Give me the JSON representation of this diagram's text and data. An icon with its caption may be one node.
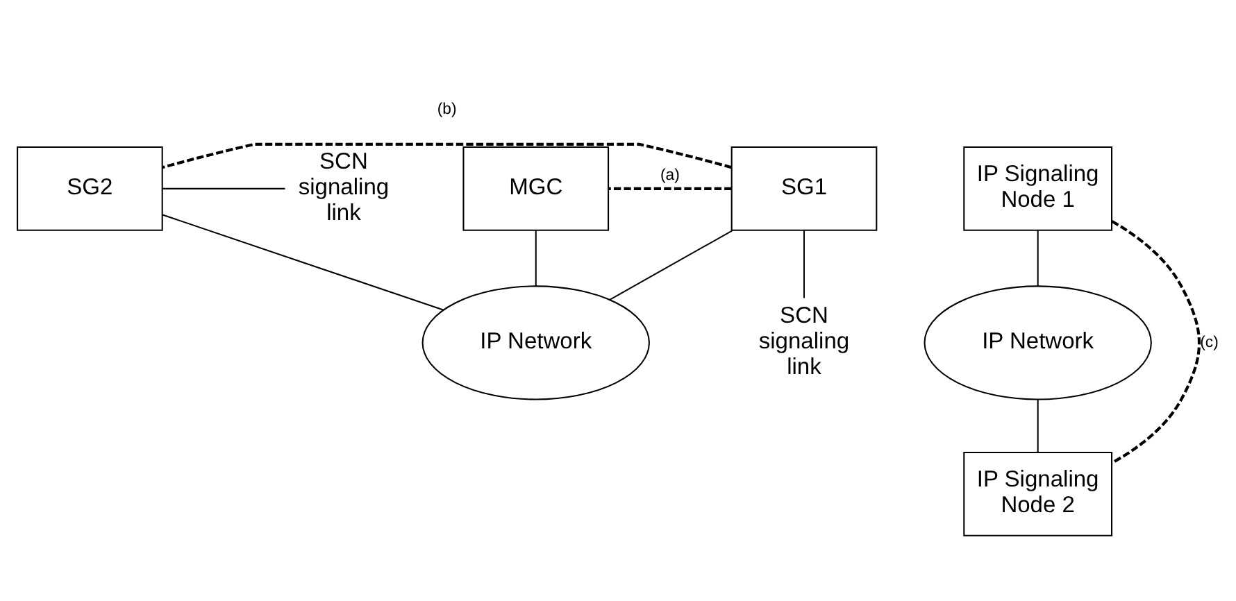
{
  "diagram": {
    "nodes": [
      {
        "text": [
          "SG2"
        ]
      },
      {
        "text": [
          "SCN signaling link"
        ]
      },
      {
        "text": [
          "SG1"
        ]
      },
      {
        "text": [
          "MGC"
        ]
      },
      {
        "text": [
          "IP Network"
        ]
      },
      {
        "text": [
          "SCN signaling link"
        ]
      },
      {
        "text": [
          "IP Signaling Node 1"
        ]
      },
      {
        "text": [
          "IP Network"
        ]
      },
      {
        "text": [
          "IP Signaling Node 2"
        ]
      }
    ],
    "edges": [
      {
        "from": 0,
        "to": 1,
        "arrow": "none"
      },
      {
        "from": 2,
        "to": 4,
        "arrow": "none"
      },
      {
        "from": 0,
        "to": 4,
        "arrow": "none"
      },
      {
        "from": 3,
        "to": 4,
        "arrow": "none"
      },
      {
        "from": 2,
        "to": 5,
        "arrow": "none"
      },
      {
        "from": 2,
        "to": 3,
        "arrow": "none",
        "style": "dashed",
        "label": "(a)"
      },
      {
        "from": 2,
        "to": 0,
        "arrow": "none",
        "style": "dashed",
        "label": "(b)"
      },
      {
        "from": 6,
        "to": 7,
        "arrow": "none"
      },
      {
        "from": 7,
        "to": 8,
        "arrow": "none"
      },
      {
        "from": 6,
        "to": 8,
        "arrow": "none",
        "style": "dashed",
        "label": "(c)"
      }
    ]
  }
}
